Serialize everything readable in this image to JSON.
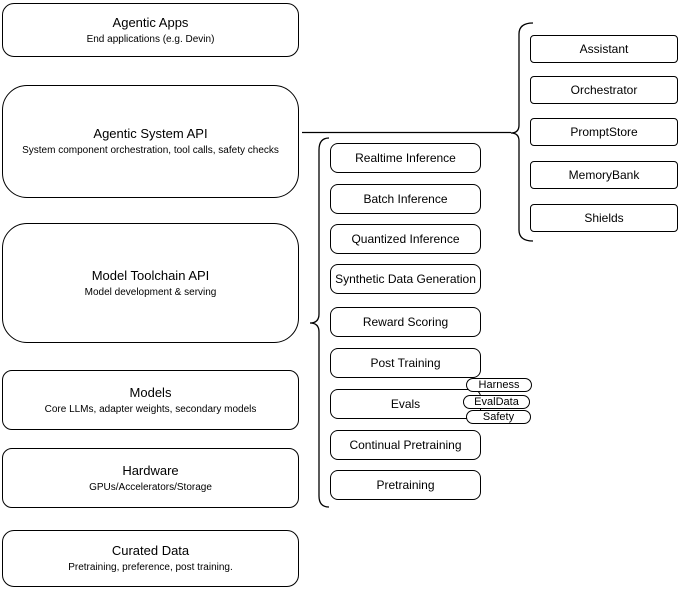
{
  "diagram": {
    "colors": {
      "background": "#ffffff",
      "stroke": "#000000",
      "node_fill": "#ffffff",
      "text": "#000000"
    },
    "left_stack": [
      {
        "title": "Agentic Apps",
        "subtitle": "End applications (e.g. Devin)"
      },
      {
        "title": "Agentic System API",
        "subtitle": "System component orchestration, tool calls, safety checks"
      },
      {
        "title": "Model Toolchain API",
        "subtitle": "Model development & serving"
      },
      {
        "title": "Models",
        "subtitle": "Core LLMs, adapter weights, secondary models"
      },
      {
        "title": "Hardware",
        "subtitle": "GPUs/Accelerators/Storage"
      },
      {
        "title": "Curated Data",
        "subtitle": "Pretraining, preference, post training."
      }
    ],
    "toolchain_items": [
      "Realtime Inference",
      "Batch Inference",
      "Quantized Inference",
      "Synthetic Data Generation",
      "Reward Scoring",
      "Post Training",
      "Evals",
      "Continual Pretraining",
      "Pretraining"
    ],
    "evals_tags": [
      "Harness",
      "EvalData",
      "Safety"
    ],
    "system_components": [
      "Assistant",
      "Orchestrator",
      "PromptStore",
      "MemoryBank",
      "Shields"
    ]
  }
}
